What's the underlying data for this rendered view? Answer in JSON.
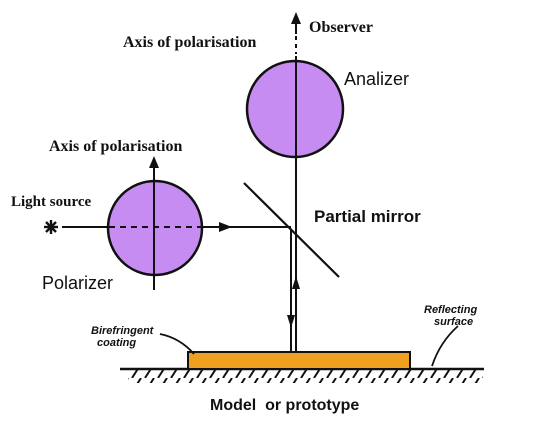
{
  "labels": {
    "observer": "Observer",
    "axis_top": "Axis of polarisation",
    "analyzer": "Analizer",
    "axis_left": "Axis of polarisation",
    "light_source": "Light source",
    "partial_mirror": "Partial mirror",
    "polarizer": "Polarizer",
    "coating_line1": "Birefringent",
    "coating_line2": "coating",
    "reflecting_line1": "Reflecting",
    "reflecting_line2": "surface",
    "model": "Model  or prototype"
  },
  "colors": {
    "disc_fill": "#c78cf2",
    "coating_fill": "#f0a020",
    "line": "#111111"
  }
}
